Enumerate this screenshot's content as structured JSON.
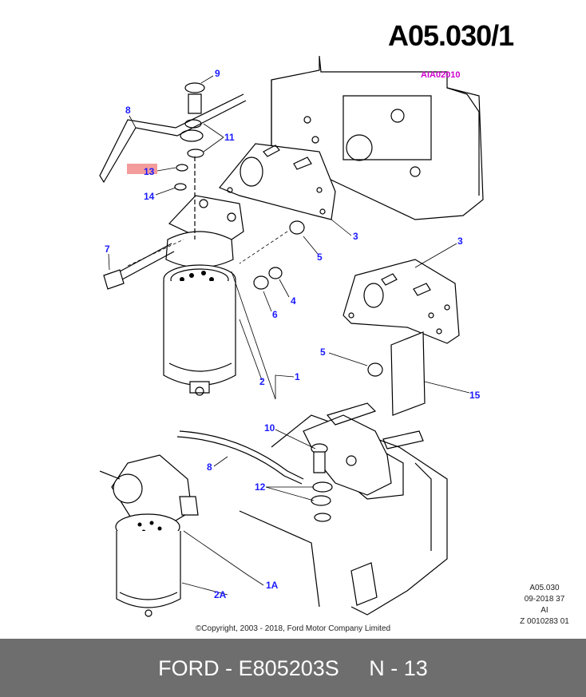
{
  "diagram": {
    "title": "A05.030/1",
    "reference_code": "AIA02010",
    "highlighted_part": "13",
    "labels": {
      "p9": "9",
      "p8_top": "8",
      "p11": "11",
      "p13": "13",
      "p14": "14",
      "p7": "7",
      "p3_top": "3",
      "p5_top": "5",
      "p4": "4",
      "p6": "6",
      "p2": "2",
      "p1": "1",
      "p3_mid": "3",
      "p5_mid": "5",
      "p15": "15",
      "p10": "10",
      "p8_bottom": "8",
      "p12": "12",
      "p1A": "1A",
      "p2A": "2A"
    },
    "stamp": {
      "line1": "A05.030",
      "line2": "09-2018 37",
      "line3": "AI",
      "line4": "Z 0010283 01"
    },
    "copyright": "©Copyright, 2003 - 2018, Ford Motor Company Limited"
  },
  "footer": {
    "text": "FORD - E805203S     N - 13"
  }
}
